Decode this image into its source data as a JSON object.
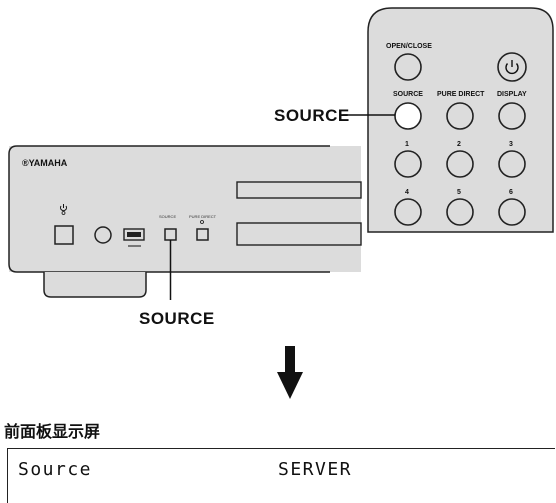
{
  "remote": {
    "open_close": "OPEN/CLOSE",
    "source": "SOURCE",
    "pure_direct": "PURE DIRECT",
    "display": "DISPLAY",
    "power_symbol": "⏻",
    "num1": "1",
    "num2": "2",
    "num3": "3",
    "num4": "4",
    "num5": "5",
    "num6": "6"
  },
  "player": {
    "brand": "®YAMAHA",
    "source_small": "SOURCE",
    "pure_direct_small": "PURE DIRECT"
  },
  "callouts": {
    "remote_source": "SOURCE",
    "panel_source": "SOURCE"
  },
  "display": {
    "caption": "前面板显示屏",
    "left_text": "Source",
    "right_text": "SERVER"
  }
}
